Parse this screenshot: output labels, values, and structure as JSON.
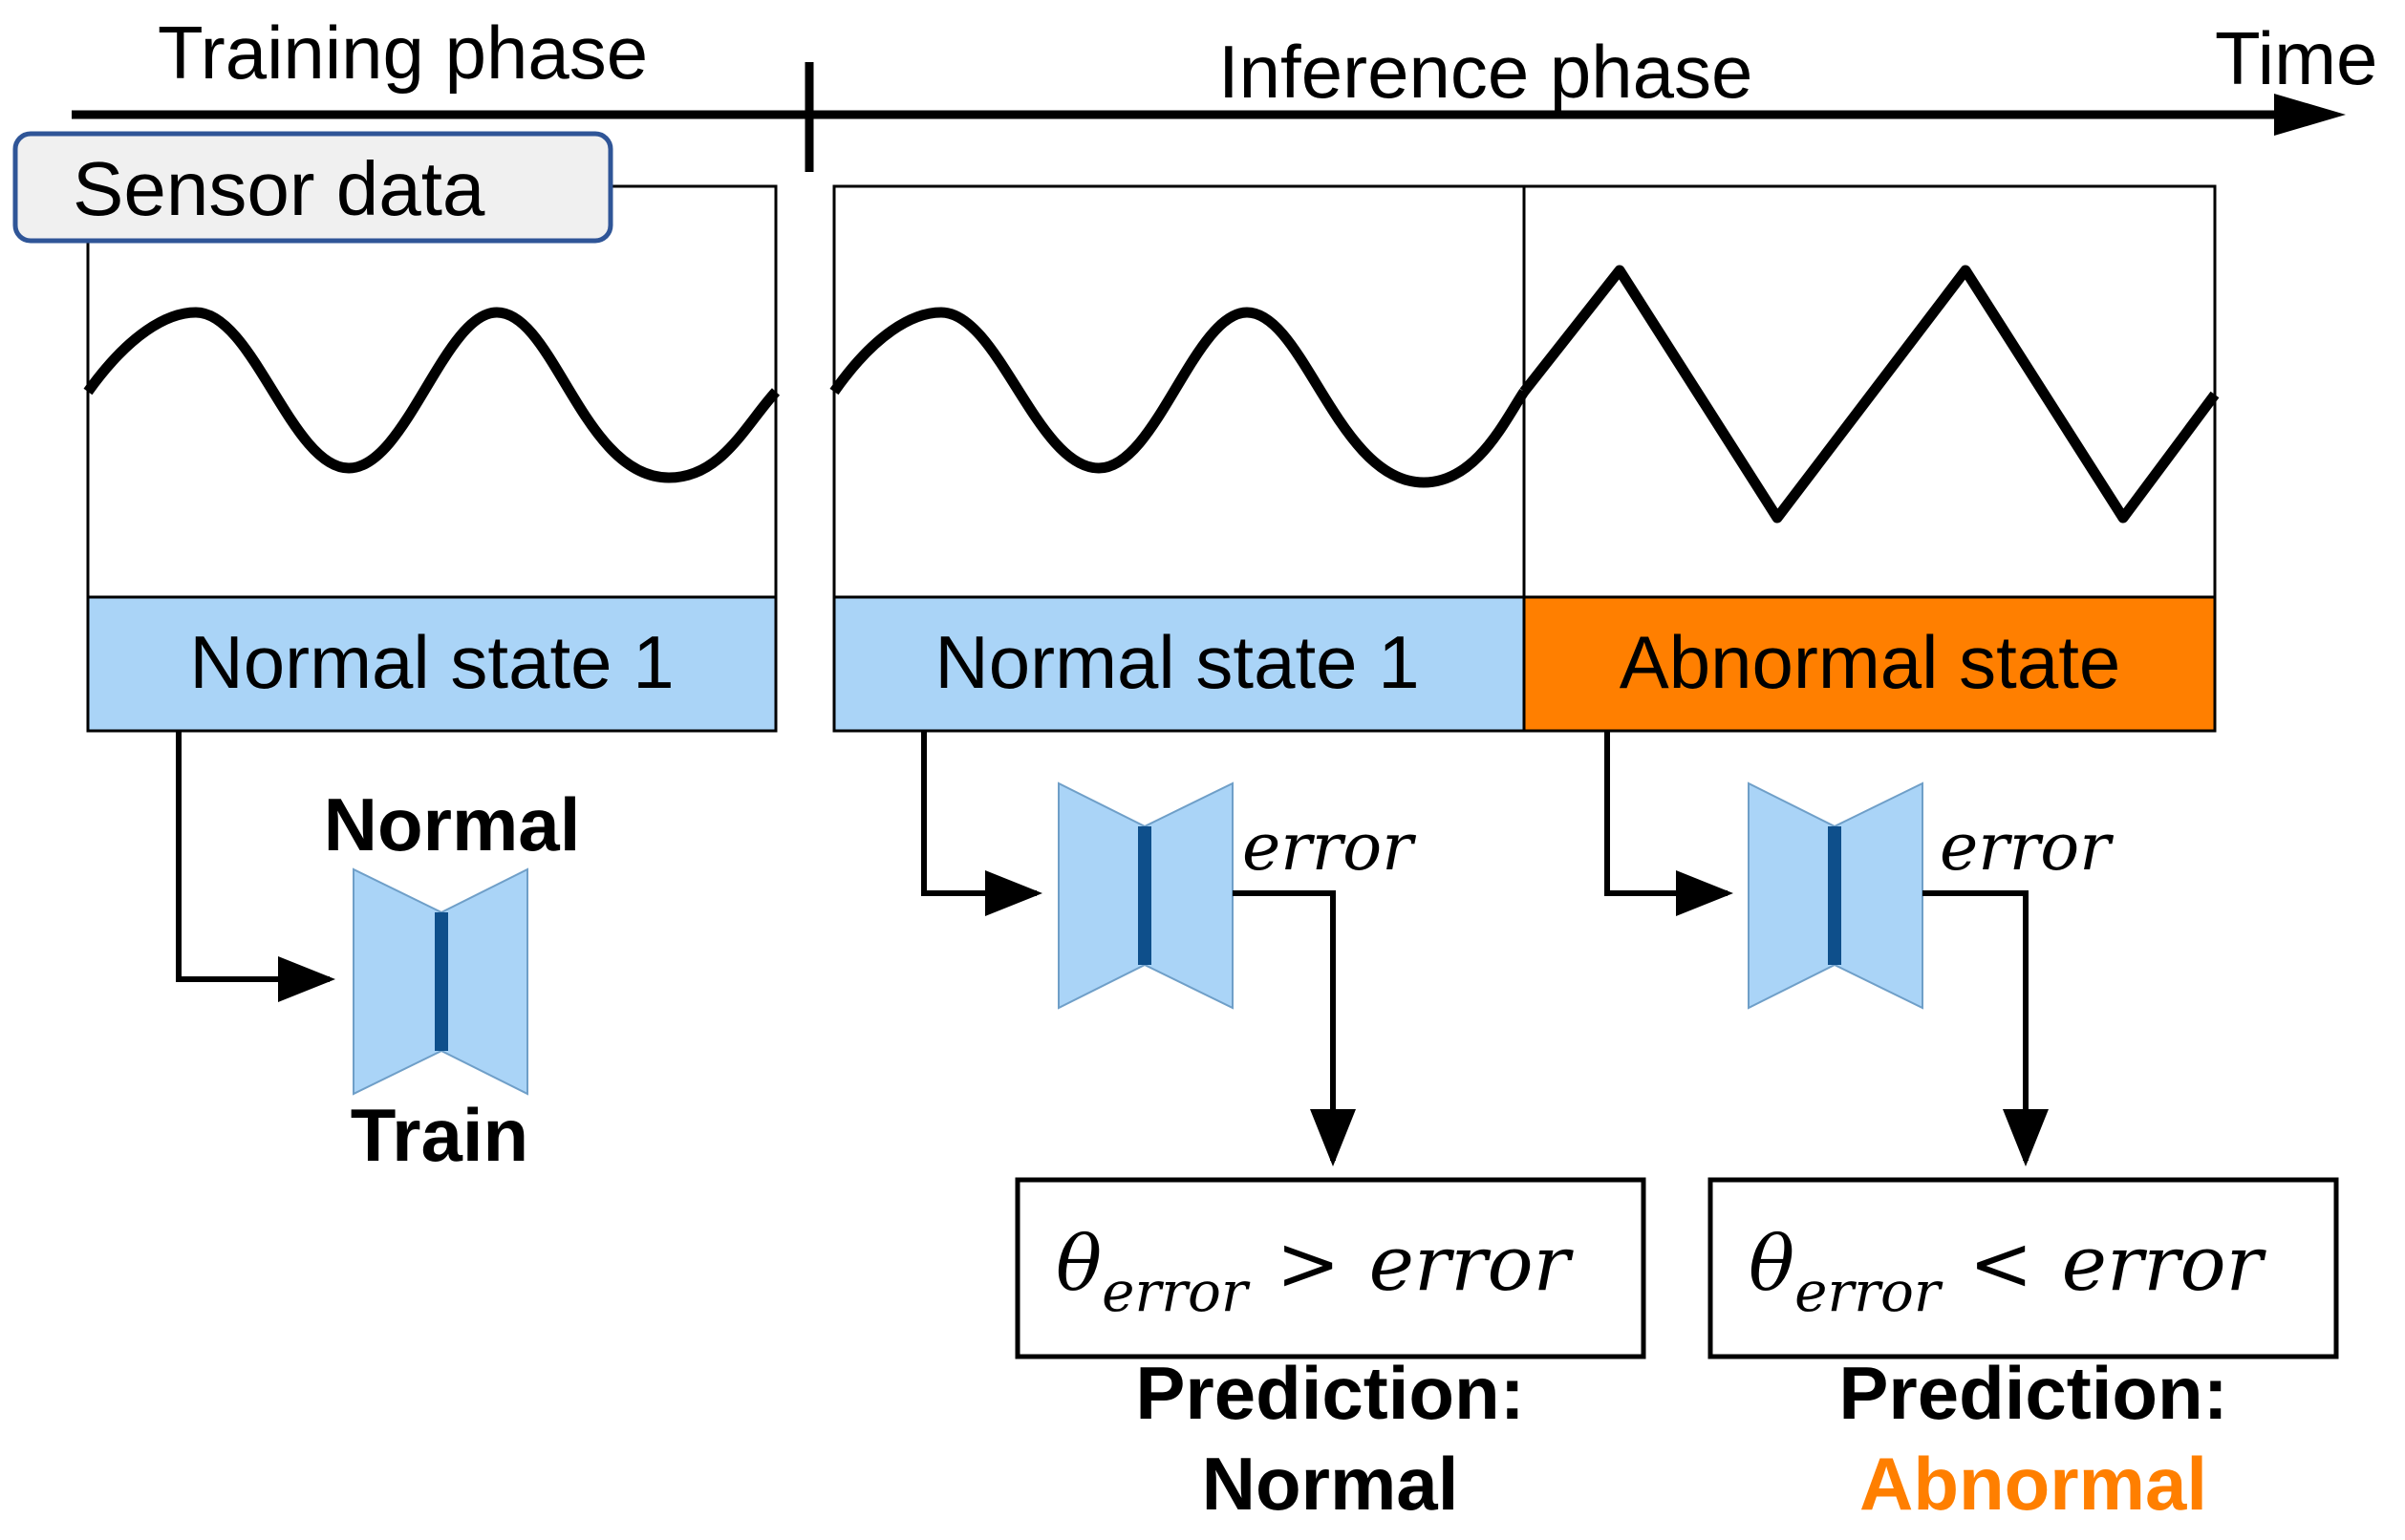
{
  "timeline": {
    "training_label": "Training phase",
    "inference_label": "Inference phase",
    "time_label": "Time"
  },
  "sensor_tag": "Sensor data",
  "states": {
    "training": "Normal state 1",
    "inference_normal": "Normal state 1",
    "inference_abnormal": "Abnormal state"
  },
  "training_model": {
    "top_label": "Normal",
    "bottom_label": "Train"
  },
  "inference_normal": {
    "error_label": "error",
    "condition": {
      "theta": "θ",
      "subscript": "error",
      "operator": ">",
      "rhs": "error"
    },
    "prediction_title": "Prediction:",
    "prediction_value": "Normal"
  },
  "inference_abnormal": {
    "error_label": "error",
    "condition": {
      "theta": "θ",
      "subscript": "error",
      "operator": "<",
      "rhs": "error"
    },
    "prediction_title": "Prediction:",
    "prediction_value": "Abnormal"
  },
  "colors": {
    "normal_fill": "#aad4f7",
    "abnormal_fill": "#ff7f00",
    "model_fill": "#aad4f7",
    "model_bottleneck": "#0e4f8b",
    "tag_fill": "#f0f0f0",
    "tag_border": "#2f5597",
    "abnormal_text": "#ff7f00"
  },
  "icons": {
    "model": "autoencoder-icon",
    "arrow": "arrow-icon"
  }
}
